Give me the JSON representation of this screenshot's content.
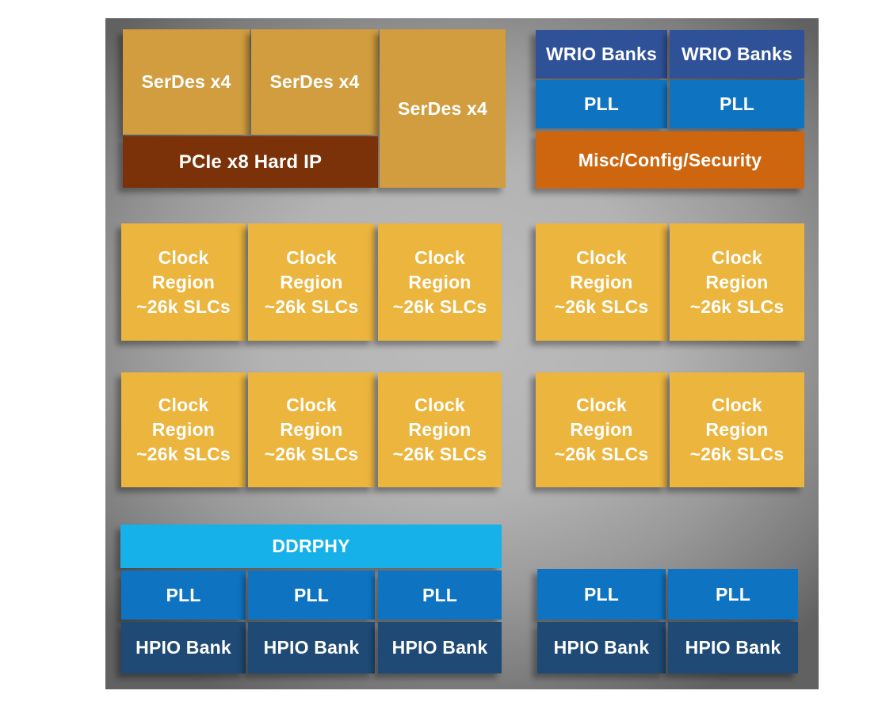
{
  "canvas": {
    "background_center": "#bcbcbc",
    "background_edge": "#616161"
  },
  "colors": {
    "serdes": "#d19d3f",
    "pcie": "#7b3208",
    "wrio": "#2f5197",
    "pll": "#0e74c2",
    "misc": "#ce660f",
    "clock": "#ecb53e",
    "ddrphy": "#15b1e8",
    "hpio": "#1e4a75",
    "label_text": "#ffffff"
  },
  "labels": {
    "serdes": "SerDes x4",
    "pcie": "PCIe x8 Hard IP",
    "wrio": "WRIO Banks",
    "pll": "PLL",
    "misc": "Misc/Config/Security",
    "clock_line1": "Clock",
    "clock_line2": "Region",
    "clock_line3": "~26k SLCs",
    "ddrphy": "DDRPHY",
    "hpio": "HPIO Bank"
  }
}
